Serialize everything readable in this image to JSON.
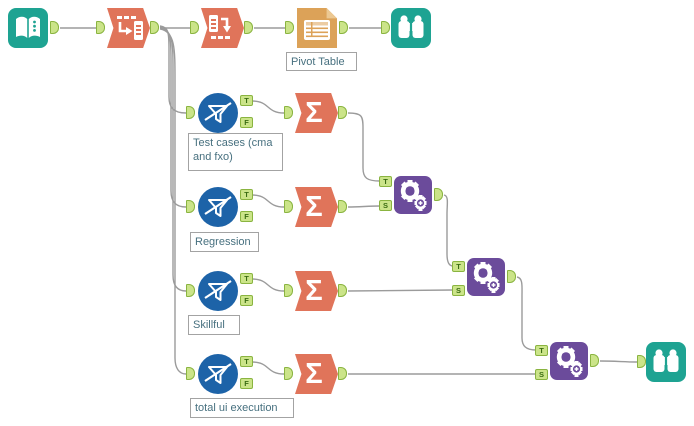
{
  "colors": {
    "teal": "#1ea392",
    "salmon": "#e0745a",
    "gold": "#dca258",
    "blue": "#1d63a8",
    "purple": "#6b4b9b",
    "anchor_green": "#cbe489",
    "anchor_border": "#8ab440",
    "wire_gray": "#9b9b9b",
    "annotation_text": "#47707f"
  },
  "anchors": {
    "t": "T",
    "f": "F",
    "s": "S"
  },
  "icons": {
    "summarize_glyph": "Σ"
  },
  "annotations": {
    "pivot_table": "Pivot Table",
    "test_cases": "Test cases (cma and fxo)",
    "regression": "Regression",
    "skillful": "Skillful",
    "total_ui_execution": "total ui execution"
  }
}
